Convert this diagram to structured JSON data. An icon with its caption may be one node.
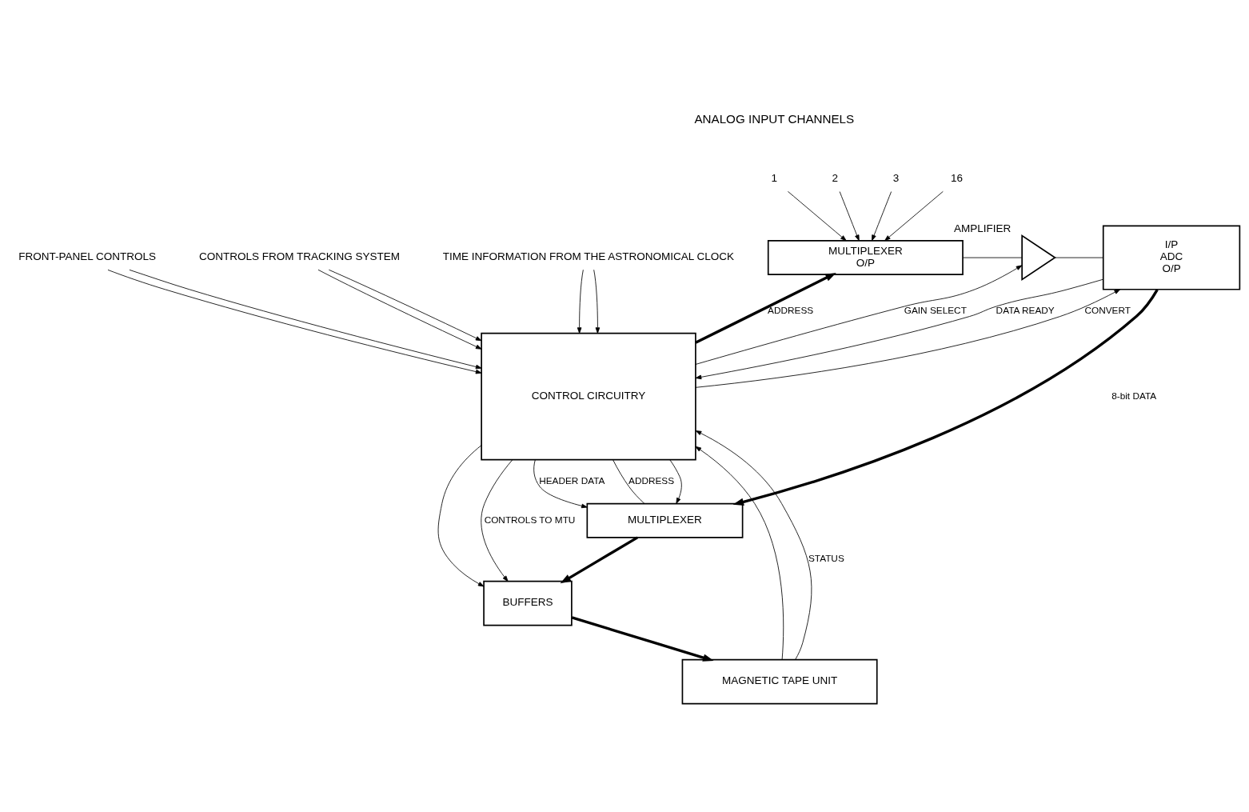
{
  "diagram": {
    "nodes": [
      {
        "text": [
          "MULTIPLEXER",
          "O/P"
        ]
      },
      {
        "text": [],
        "shape": "triangle",
        "beside": [
          "AMPLIFIER"
        ]
      },
      {
        "text": [
          "I/P",
          "ADC",
          "O/P"
        ]
      },
      {
        "text": [
          "CONTROL CIRCUITRY"
        ]
      },
      {
        "text": [
          "MULTIPLEXER"
        ]
      },
      {
        "text": [
          "BUFFERS"
        ]
      },
      {
        "text": [
          "MAGNETIC TAPE UNIT"
        ]
      },
      {
        "text": [
          "1"
        ]
      },
      {
        "text": [
          "2"
        ]
      },
      {
        "text": [
          "3"
        ]
      },
      {
        "text": [
          "16"
        ]
      },
      {
        "text": [
          "FRONT-PANEL CONTROLS"
        ]
      },
      {
        "text": [
          "CONTROLS FROM TRACKING SYSTEM"
        ]
      },
      {
        "text": [
          "TIME INFORMATION FROM THE ASTRONOMICAL CLOCK"
        ]
      }
    ],
    "edges": [
      {
        "from": 7,
        "to": 0,
        "arrow": "to"
      },
      {
        "from": 8,
        "to": 0,
        "arrow": "to"
      },
      {
        "from": 9,
        "to": 0,
        "arrow": "to"
      },
      {
        "from": 10,
        "to": 0,
        "arrow": "to"
      },
      {
        "from": 0,
        "to": 1,
        "arrow": "none"
      },
      {
        "from": 1,
        "to": 2,
        "arrow": "none"
      },
      {
        "from": 3,
        "to": 0,
        "arrow": "to",
        "label": "ADDRESS",
        "style": "thick"
      },
      {
        "from": 3,
        "to": 1,
        "arrow": "to",
        "label": "GAIN SELECT"
      },
      {
        "from": 3,
        "to": 2,
        "arrow": "to",
        "label": "CONVERT"
      },
      {
        "from": 2,
        "to": 3,
        "arrow": "to",
        "label": "DATA READY"
      },
      {
        "from": 3,
        "to": 4,
        "arrow": "to"
      },
      {
        "from": 3,
        "to": 4,
        "arrow": "to",
        "label": "HEADER DATA"
      },
      {
        "from": 2,
        "to": 4,
        "arrow": "to",
        "label": "8-bit DATA",
        "style": "thick"
      },
      {
        "from": 3,
        "to": 4,
        "arrow": "none",
        "label": "ADDRESS"
      },
      {
        "from": 3,
        "to": 5,
        "arrow": "to"
      },
      {
        "from": 3,
        "to": 5,
        "arrow": "to",
        "label": "CONTROLS TO MTU"
      },
      {
        "from": 4,
        "to": 5,
        "arrow": "to",
        "style": "thick"
      },
      {
        "from": 5,
        "to": 6,
        "arrow": "to",
        "style": "thick"
      },
      {
        "from": 6,
        "to": 3,
        "arrow": "to"
      },
      {
        "from": 6,
        "to": 3,
        "arrow": "to",
        "label": "STATUS"
      },
      {
        "from": 11,
        "to": 3,
        "arrow": "to"
      },
      {
        "from": 11,
        "to": 3,
        "arrow": "to"
      },
      {
        "from": 12,
        "to": 3,
        "arrow": "to"
      },
      {
        "from": 12,
        "to": 3,
        "arrow": "to"
      },
      {
        "from": 13,
        "to": 3,
        "arrow": "to"
      },
      {
        "from": 13,
        "to": 3,
        "arrow": "to"
      }
    ],
    "labels": [
      "ANALOG INPUT CHANNELS"
    ]
  }
}
